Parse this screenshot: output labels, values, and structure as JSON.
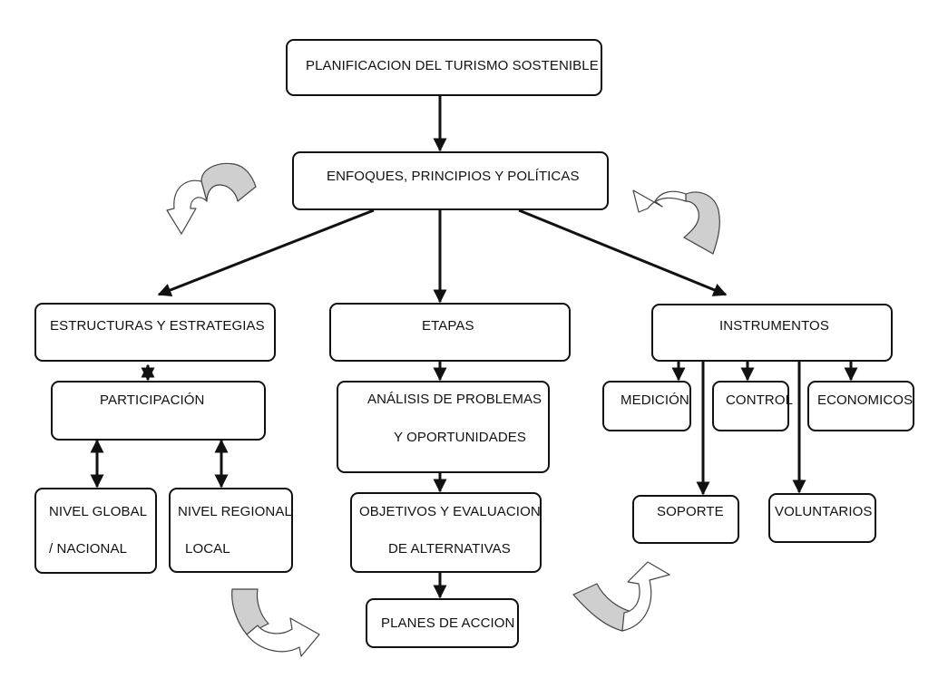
{
  "diagram": {
    "root": "PLANIFICACION DEL TURISMO SOSTENIBLE",
    "enfoques": "ENFOQUES, PRINCIPIOS Y POLÍTICAS",
    "estructuras": "ESTRUCTURAS Y ESTRATEGIAS",
    "participacion": "PARTICIPACIÓN",
    "nivel_global": {
      "line1": "NIVEL GLOBAL",
      "line2": "/  NACIONAL"
    },
    "nivel_regional": {
      "line1": "NIVEL REGIONAL",
      "line2": "LOCAL"
    },
    "etapas": "ETAPAS",
    "analisis": {
      "line1": "ANÁLISIS DE PROBLEMAS",
      "line2": "Y OPORTUNIDADES"
    },
    "objetivos": {
      "line1": "OBJETIVOS Y EVALUACION",
      "line2": "DE ALTERNATIVAS"
    },
    "planes": "PLANES DE ACCION",
    "instrumentos": "INSTRUMENTOS",
    "medicion": "MEDICIÓN",
    "control": "CONTROL",
    "economicos": "ECONOMICOS",
    "soporte": "SOPORTE",
    "voluntarios": "VOLUNTARIOS"
  },
  "colors": {
    "line": "#111111",
    "curved_arrow_fill": "#cfcfcf",
    "background": "#ffffff"
  }
}
